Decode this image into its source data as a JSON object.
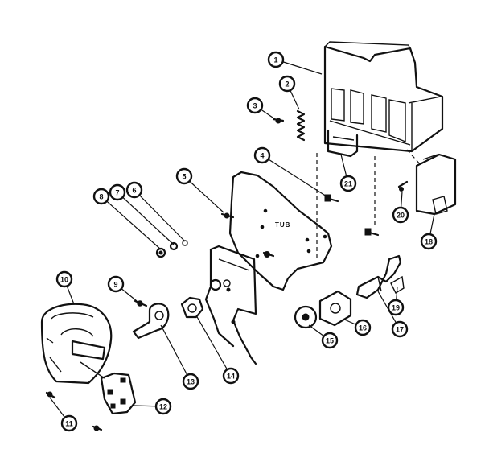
{
  "plate_label": "TUB",
  "callouts": [
    "1",
    "2",
    "3",
    "4",
    "5",
    "6",
    "7",
    "8",
    "9",
    "10",
    "11",
    "12",
    "13",
    "14",
    "15",
    "16",
    "17",
    "18",
    "19",
    "20",
    "21"
  ]
}
